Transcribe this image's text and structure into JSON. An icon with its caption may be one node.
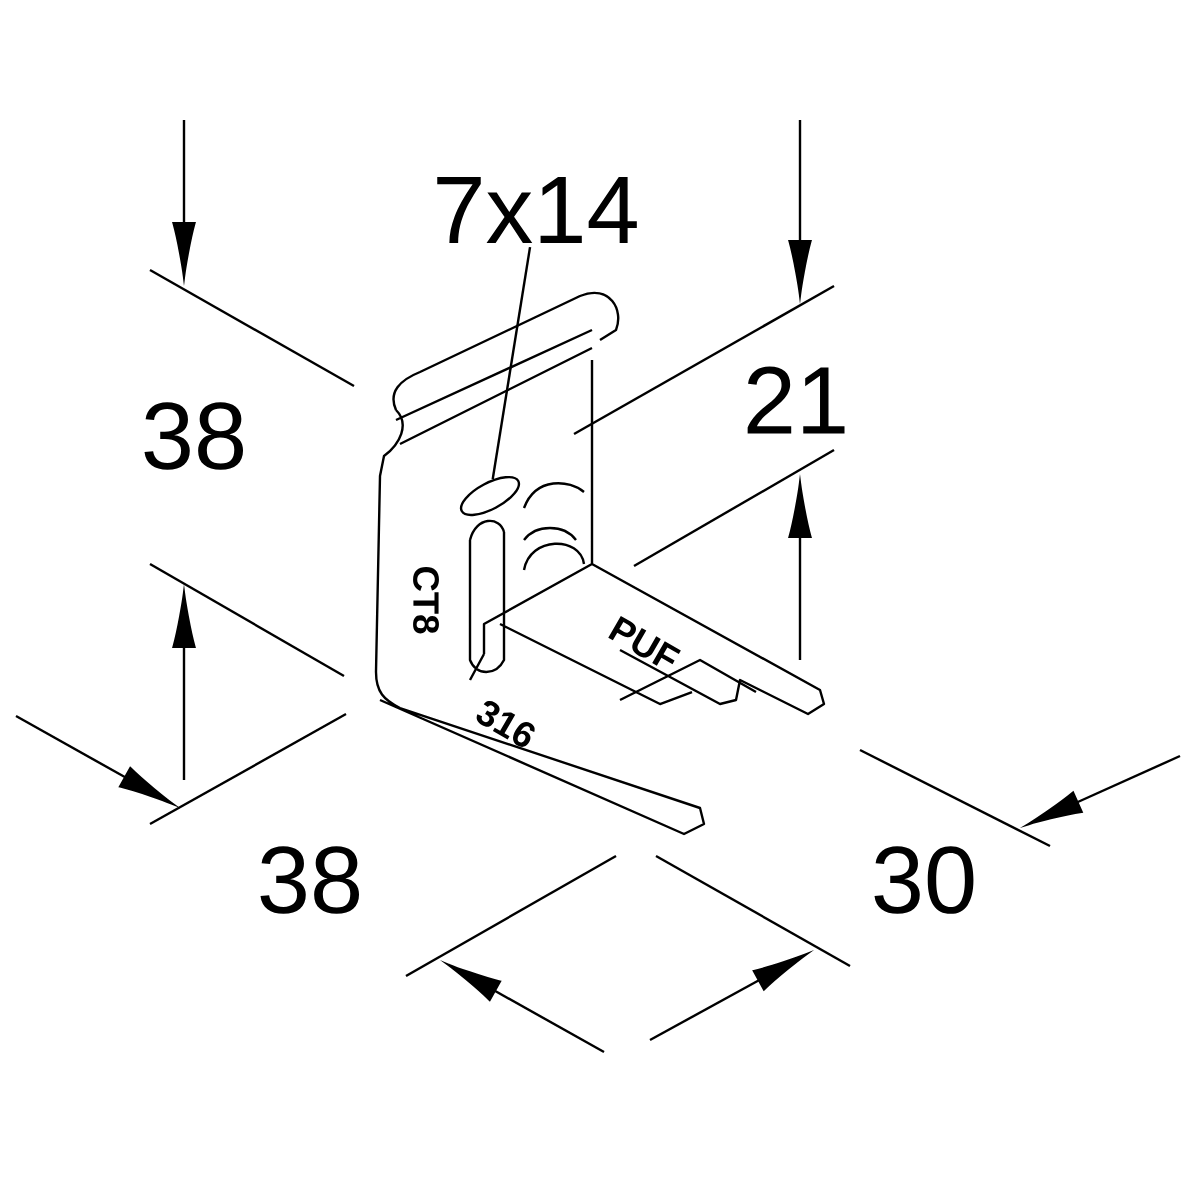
{
  "diagram": {
    "nodes": [
      {
        "text": [
          "7x14"
        ]
      },
      {
        "text": [],
        "shape": "slot"
      }
    ],
    "edges": [
      {
        "from": 0,
        "to": 1,
        "arrow": "none"
      }
    ],
    "labels": [
      "21",
      "38",
      "CT8",
      "PUF",
      "316",
      "38",
      "30"
    ]
  }
}
